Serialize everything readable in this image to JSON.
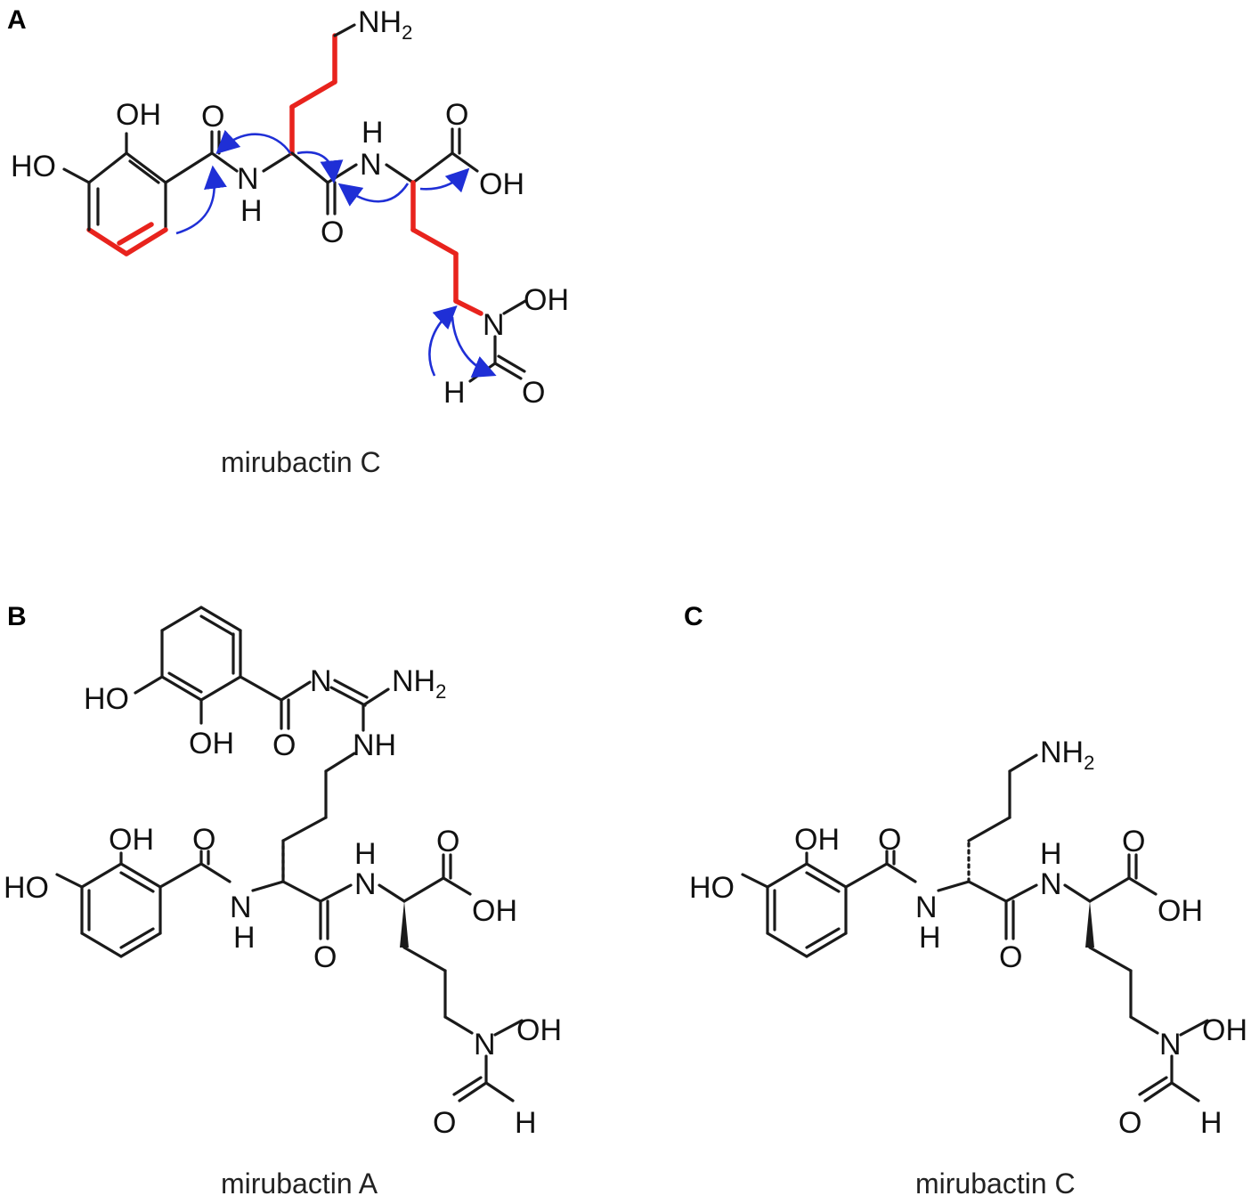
{
  "panels": {
    "a": {
      "label": "A",
      "caption": "mirubactin C",
      "atoms": {
        "oh_top": "OH",
        "ho_left": "HO",
        "o_amide1": "O",
        "nh_amide1_n": "N",
        "nh_amide1_h": "H",
        "nh_amide2_h": "H",
        "nh_amide2_n": "N",
        "o_amide2": "O",
        "o_acid": "O",
        "oh_acid": "OH",
        "nh2_n": "NH",
        "nh2_sub": "2",
        "n_hydroxy": "N",
        "oh_hydroxy": "OH",
        "h_formyl": "H",
        "o_formyl": "O"
      }
    },
    "b": {
      "label": "B",
      "caption": "mirubactin A",
      "atoms": {
        "ho_top": "HO",
        "oh_top": "OH",
        "o_carbonyl_top": "O",
        "n_guan": "N",
        "nh2_n": "NH",
        "nh2_sub": "2",
        "nh_guan": "NH",
        "oh_ring": "OH",
        "ho_ring": "HO",
        "o_amide1": "O",
        "nh_amide1_n": "N",
        "nh_amide1_h": "H",
        "o_amide2": "O",
        "nh_amide2_h": "H",
        "nh_amide2_n": "N",
        "o_acid": "O",
        "oh_acid": "OH",
        "n_hydroxy": "N",
        "oh_hydroxy": "OH",
        "o_formyl": "O",
        "h_formyl": "H"
      }
    },
    "c": {
      "label": "C",
      "caption": "mirubactin C",
      "atoms": {
        "nh2_n": "NH",
        "nh2_sub": "2",
        "oh_ring": "OH",
        "ho_ring": "HO",
        "o_amide1": "O",
        "nh_amide1_n": "N",
        "nh_amide1_h": "H",
        "o_amide2": "O",
        "nh_amide2_h": "H",
        "nh_amide2_n": "N",
        "o_acid": "O",
        "oh_acid": "OH",
        "n_hydroxy": "N",
        "oh_hydroxy": "OH",
        "o_formyl": "O",
        "h_formyl": "H"
      }
    }
  },
  "colors": {
    "bond": "#1a1a1a",
    "highlight_bond": "#e8231d",
    "hmbc_arrow": "#1f2fd6"
  }
}
